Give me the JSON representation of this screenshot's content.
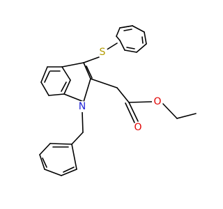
{
  "molecule": {
    "atoms": [
      {
        "id": "S",
        "symbol": "S",
        "color": "#b39b00"
      },
      {
        "id": "N",
        "symbol": "N",
        "color": "#1f22d6"
      },
      {
        "id": "O_carbonyl",
        "symbol": "O",
        "color": "#e00000"
      },
      {
        "id": "O_ester",
        "symbol": "O",
        "color": "#e00000"
      }
    ],
    "bond_color": "#000000"
  }
}
